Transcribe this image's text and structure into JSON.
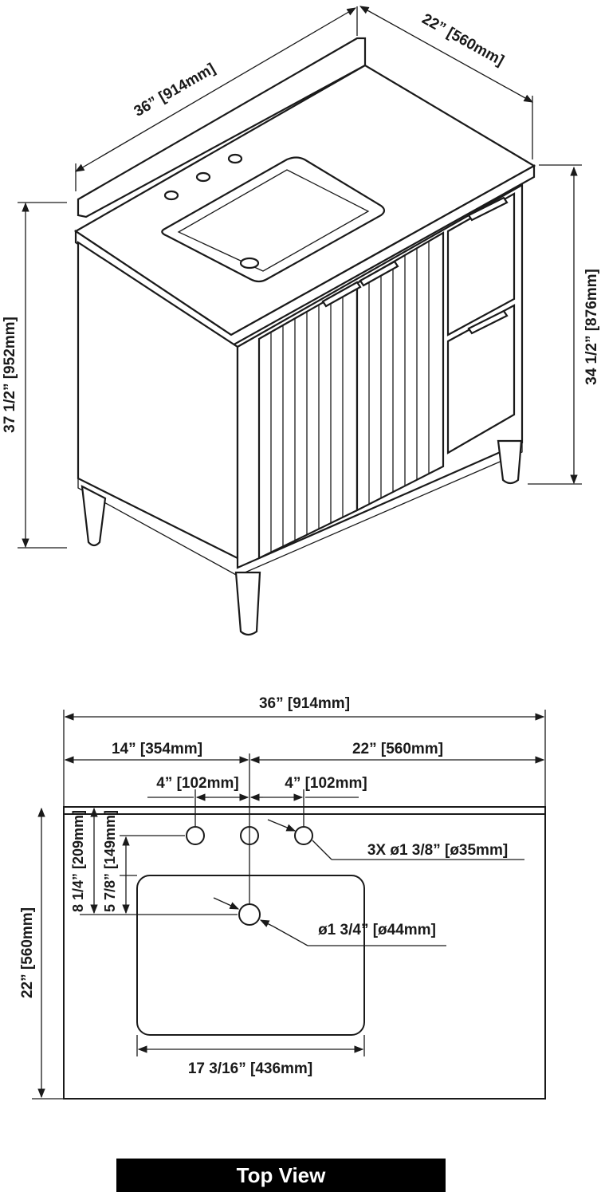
{
  "iso_view": {
    "width_label": "36” [914mm]",
    "depth_label": "22” [560mm]",
    "total_height_label": "37 1/2” [952mm]",
    "countertop_height_label": "34 1/2” [876mm]"
  },
  "top_view": {
    "overall_width_label": "36” [914mm]",
    "left_to_drain_label": "14” [354mm]",
    "drain_to_right_label": "22” [560mm]",
    "left_hole_spacing_label": "4” [102mm]",
    "right_hole_spacing_label": "4” [102mm]",
    "to_drain_depth_label": "8 1/4” [209mm]",
    "to_bowl_label": "5 7/8” [149mm]",
    "depth_label": "22” [560mm]",
    "faucet_holes_label": "3X ø1 3/8” [ø35mm]",
    "drain_label": "ø1 3/4” [ø44mm]",
    "bowl_width_label": "17 3/16” [436mm]"
  },
  "footer": {
    "title": "Top View"
  }
}
